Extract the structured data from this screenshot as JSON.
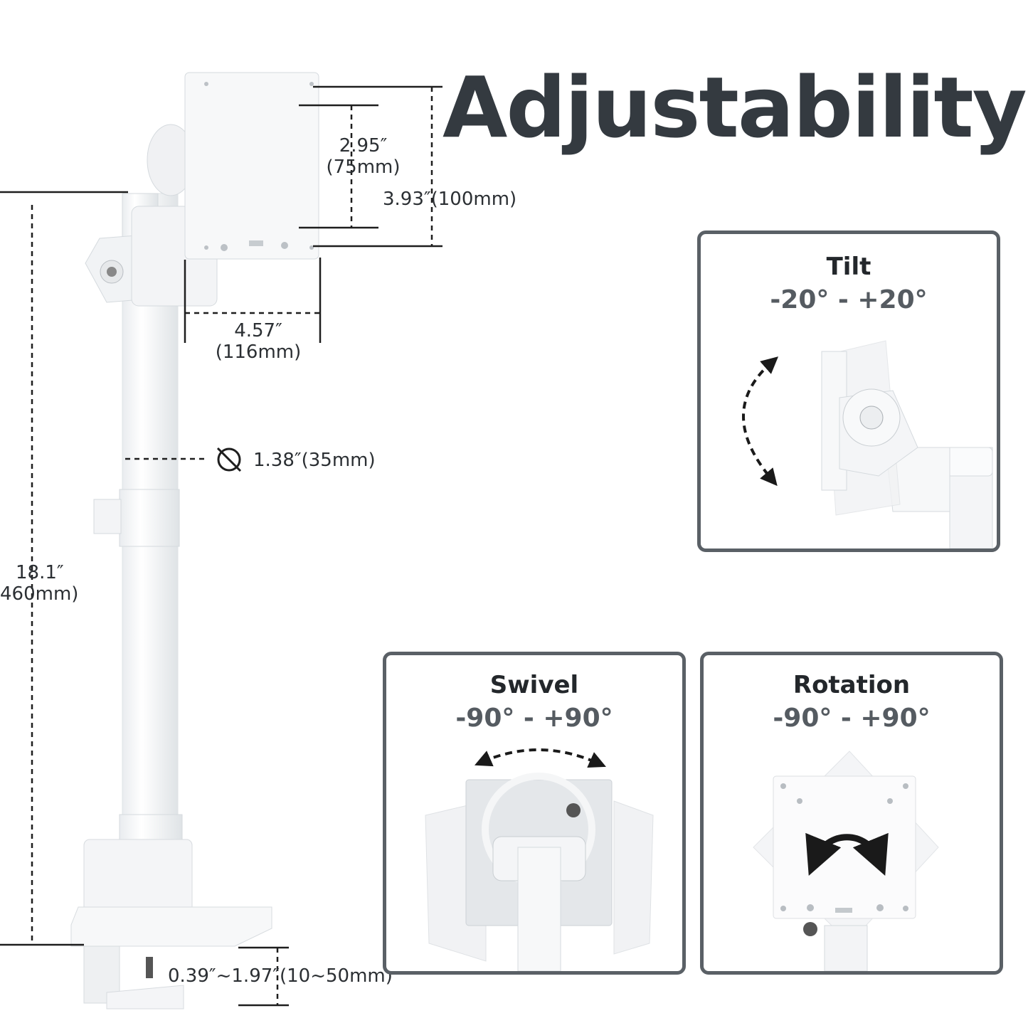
{
  "title": "Adjustability",
  "dimensions": {
    "vesa_small": {
      "imperial": "2.95″",
      "metric": "(75mm)"
    },
    "vesa_large": "3.93″(100mm)",
    "arm_offset": {
      "imperial": "4.57″",
      "metric": "(116mm)"
    },
    "pole_diameter": "1.38″(35mm)",
    "pole_height": {
      "imperial": "18.1″",
      "metric": "460mm)"
    },
    "clamp_range": "0.39″~1.97″(10~50mm)"
  },
  "panels": {
    "tilt": {
      "title": "Tilt",
      "range": "-20° - +20°"
    },
    "swivel": {
      "title": "Swivel",
      "range": "-90° - +90°"
    },
    "rotation": {
      "title": "Rotation",
      "range": "-90° - +90°"
    }
  },
  "icons": [
    "diameter-icon",
    "tilt-arrow-icon",
    "swivel-arrow-icon",
    "rotation-arrow-icon"
  ]
}
